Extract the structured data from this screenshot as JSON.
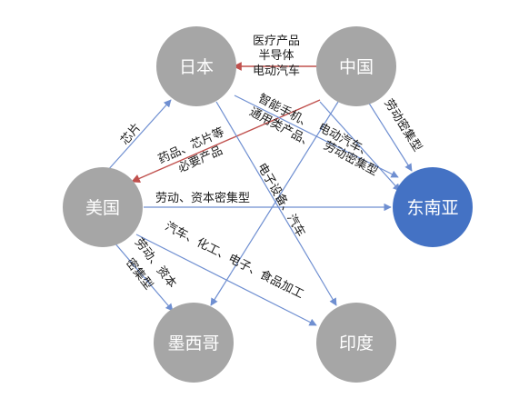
{
  "colors": {
    "node_gray": "#a6a6a6",
    "node_highlight": "#4472c4",
    "edge_blue": "#6f8fd1",
    "edge_red": "#c0504d",
    "label_text": "#1a1a1a"
  },
  "nodes": {
    "japan": "日本",
    "china": "中国",
    "usa": "美国",
    "southeast_asia": "东南亚",
    "mexico": "墨西哥",
    "india": "印度"
  },
  "edges": {
    "china_japan_line1": "医疗产品",
    "china_japan_line2": "半导体",
    "china_japan_line3": "电动汽车",
    "usa_japan": "芯片",
    "japan_usa_line1": "药品、芯片等",
    "japan_usa_line2": "必要产品",
    "china_sea_smart": "智能手机、",
    "china_sea_general": "通用类产品、",
    "china_sea_ev": "电动汽车、",
    "china_sea_labor": "劳动密集型",
    "china_sea_direct": "劳动密集型",
    "japan_india": "电子设备、汽车",
    "usa_sea": "劳动、资本密集型",
    "usa_india": "汽车、化工、电子、食品加工",
    "usa_mexico_line1": "劳动、资本",
    "usa_mexico_line2": "密集型"
  }
}
